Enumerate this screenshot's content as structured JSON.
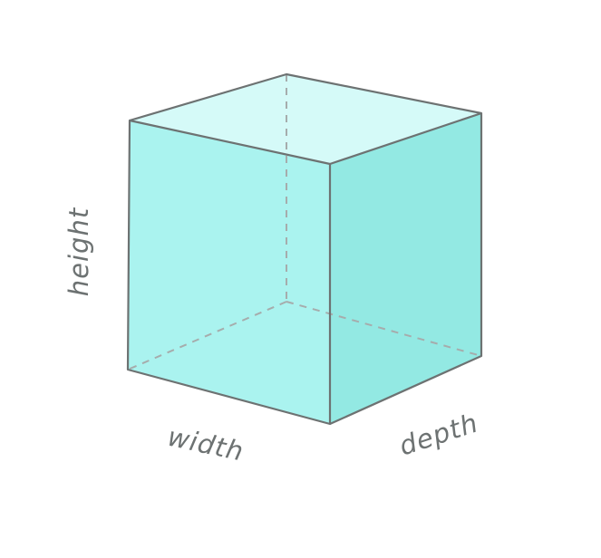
{
  "diagram": {
    "type": "cube",
    "labels": {
      "height": "height",
      "width": "width",
      "depth": "depth"
    }
  },
  "colors": {
    "background": "#ffffff",
    "front_face": "#aaf3ef",
    "right_face": "#93e9e3",
    "top_face": "#d5faf8",
    "edge": "#6d7272",
    "hidden_edge": "#a6acac",
    "label": "#6d7272"
  }
}
